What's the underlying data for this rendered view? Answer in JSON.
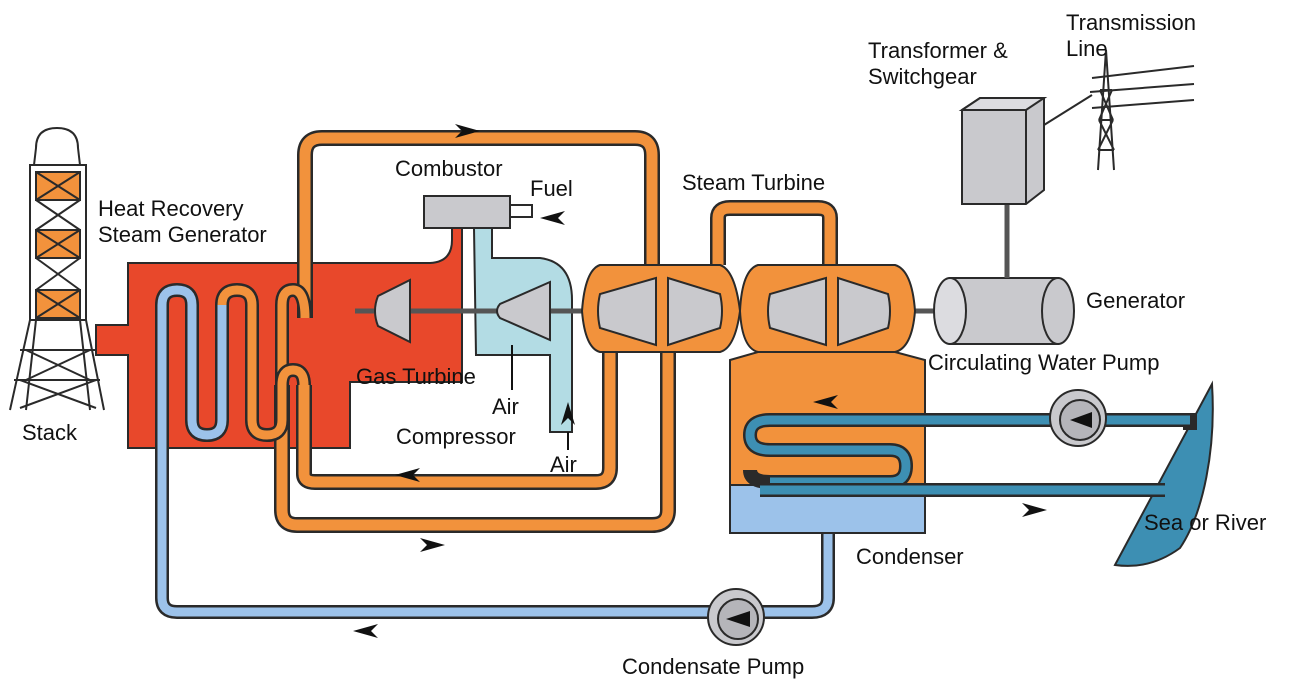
{
  "labels": {
    "transmission_line": "Transmission\nLine",
    "transformer": "Transformer &\nSwitchgear",
    "combustor": "Combustor",
    "fuel": "Fuel",
    "steam_turbine": "Steam Turbine",
    "hrsg": "Heat Recovery\nSteam Generator",
    "generator": "Generator",
    "circ_pump": "Circulating Water Pump",
    "gas_turbine": "Gas Turbine",
    "air_compressor_top": "Air",
    "air_compressor_bottom": "Compressor",
    "air_inlet": "Air",
    "stack": "Stack",
    "sea_river": "Sea or River",
    "condenser": "Condenser",
    "condensate_pump": "Condensate Pump"
  },
  "colors": {
    "hot_gas": "#e8482b",
    "steam": "#f2923c",
    "water": "#9cc2ea",
    "air": "#b3dce4",
    "machine": "#c9c9cd",
    "cooling_water": "#3d8fb3",
    "outline": "#2a2a2a"
  }
}
